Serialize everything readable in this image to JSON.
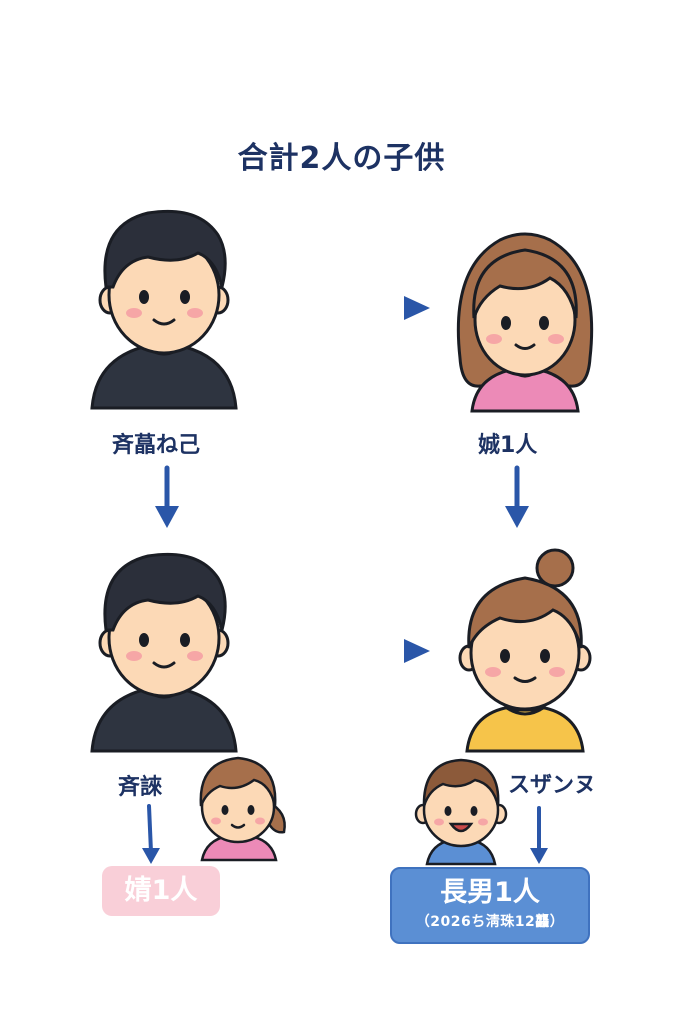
{
  "title": "合計2人の子供",
  "nodes": {
    "top_left_label": "斉蕌ね己",
    "top_right_label": "娍1人",
    "bottom_left_label": "斉誺",
    "bottom_right_label": "スザンヌ"
  },
  "results": {
    "left_badge": "婧1人",
    "right_badge_main": "長男1人",
    "right_badge_sub": "（2026ち淸珠12龘）"
  },
  "colors": {
    "title": "#1d3263",
    "arrow": "#2a56a8",
    "pink_badge": "#f9cfd8",
    "blue_badge": "#5b8fd4"
  }
}
